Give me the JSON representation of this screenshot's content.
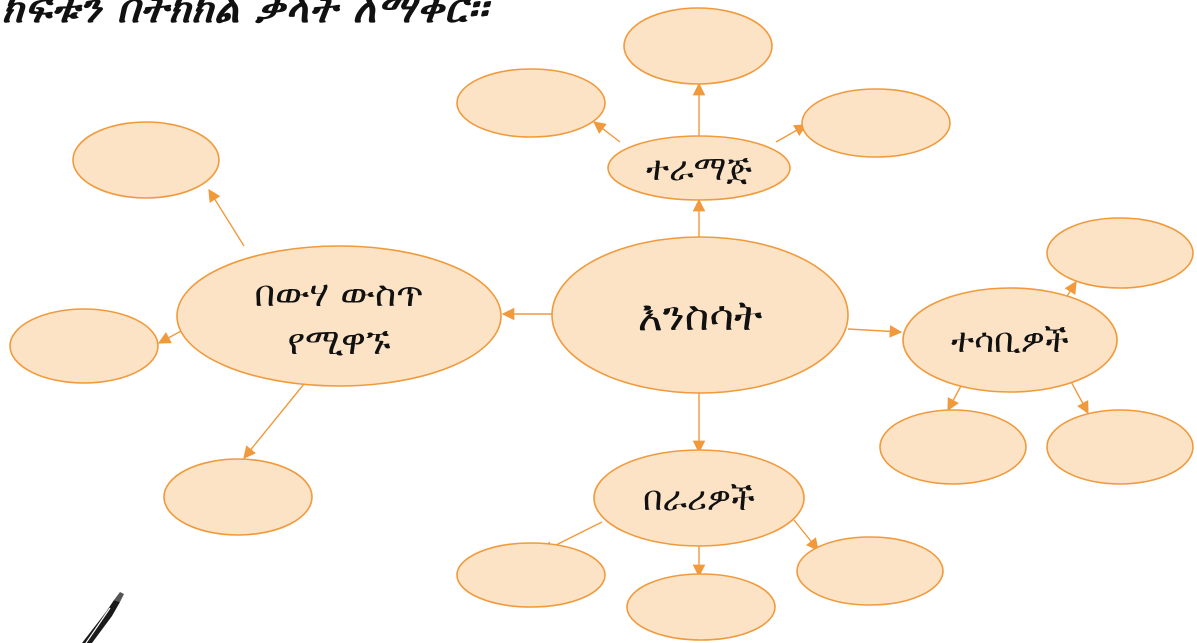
{
  "heading": "ክፍቱን በትክክል ቃላት ለማቀር፡፡",
  "center": {
    "label": "እንስሳት"
  },
  "categories": {
    "top": "ተራማጅ",
    "left_line1": "በውሃ ውስጥ",
    "left_line2": "የሚዋኙ",
    "right": "ተሳቢዎች",
    "bottom": "በራሪዎች"
  },
  "colors": {
    "fill": "#fde3c6",
    "stroke": "#f09a3c",
    "arrow": "#f09a3c"
  }
}
